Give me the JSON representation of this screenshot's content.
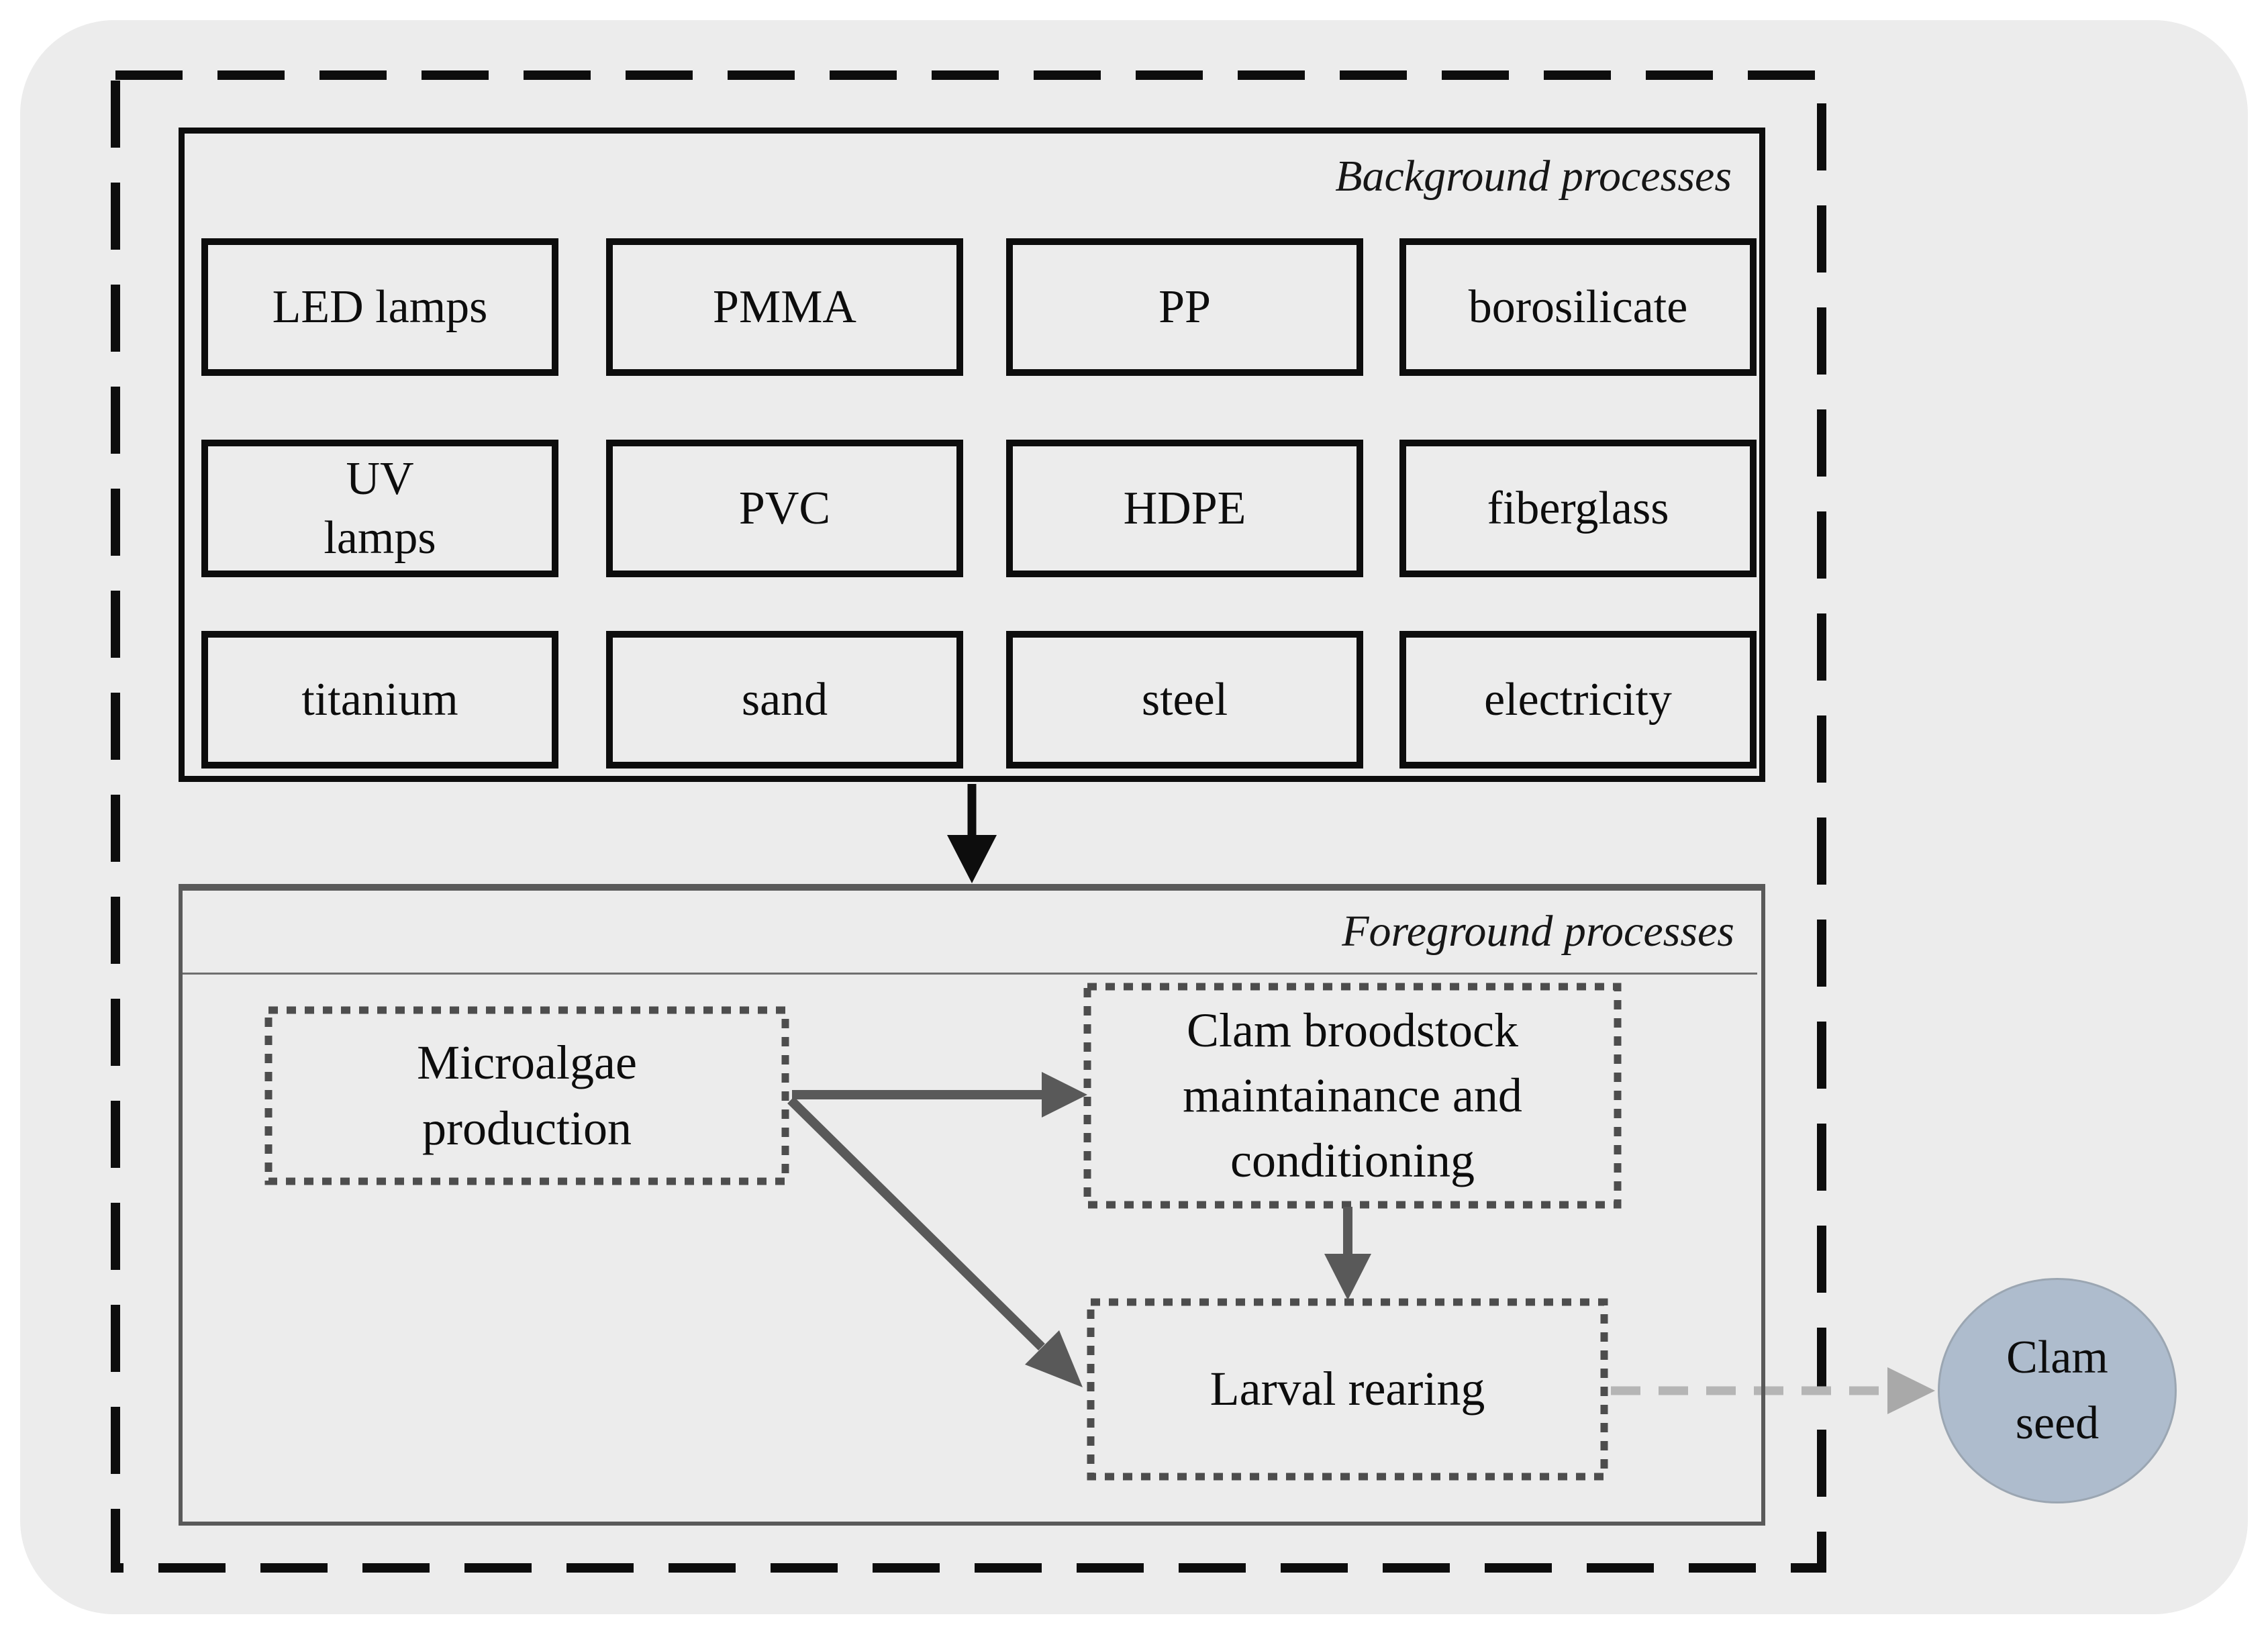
{
  "diagram": {
    "background": {
      "title": "Background processes",
      "items": [
        "LED lamps",
        "PMMA",
        "PP",
        "borosilicate",
        "UV\nlamps",
        "PVC",
        "HDPE",
        "fiberglass",
        "titanium",
        "sand",
        "steel",
        "electricity"
      ]
    },
    "foreground": {
      "title": "Foreground processes",
      "microalgae": "Microalgae\nproduction",
      "broodstock": "Clam broodstock\nmaintainance and\nconditioning",
      "larval": "Larval rearing"
    },
    "output": "Clam\nseed"
  },
  "colors": {
    "panel_bg": "#ececec",
    "ink": "#0d0d0d",
    "fg_border": "#5a5a5a",
    "dotted_border": "#4d4d4d",
    "arrow_gray": "#595959",
    "dashed_arrow": "#b5b5b5",
    "dashed_arrow_head": "#a9a9a9",
    "seed_fill": "#aebccd",
    "seed_border": "#9ba6b2"
  }
}
